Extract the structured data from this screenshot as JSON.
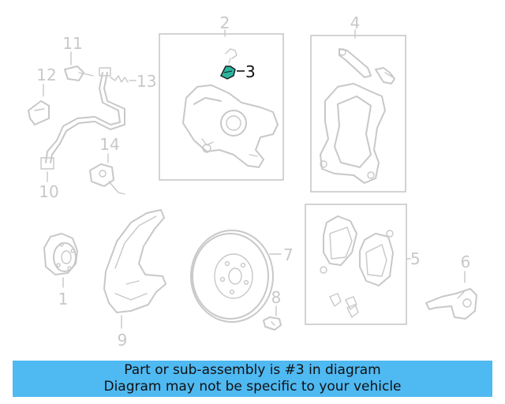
{
  "callouts": {
    "c1": "1",
    "c2": "2",
    "c3": "3",
    "c4": "4",
    "c5": "5",
    "c6": "6",
    "c7": "7",
    "c8": "8",
    "c9": "9",
    "c10": "10",
    "c11": "11",
    "c12": "12",
    "c13": "13",
    "c14": "14"
  },
  "highlighted_part": "3",
  "colors": {
    "linework": "#c8c8c8",
    "highlight": "#2bb5a0",
    "banner_background": "#4fb9f2",
    "banner_text": "#111111"
  },
  "banner": {
    "line1": "Part or sub-assembly is #3 in diagram",
    "line2": "Diagram may not be specific to your vehicle"
  }
}
